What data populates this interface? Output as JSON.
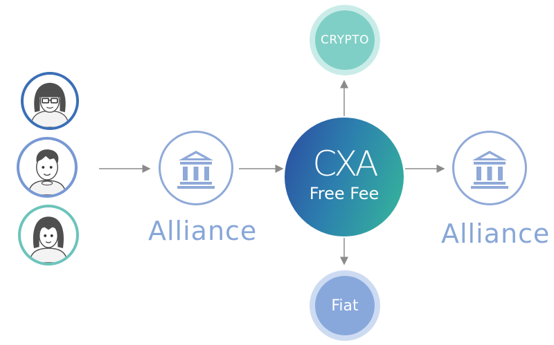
{
  "users": [
    {
      "name": "user-1",
      "ring_color": "#3b6fb6"
    },
    {
      "name": "user-2",
      "ring_color": "#7898d4"
    },
    {
      "name": "user-3",
      "ring_color": "#6cc4bb"
    }
  ],
  "alliance_left": {
    "label": "Alliance"
  },
  "alliance_right": {
    "label": "Alliance"
  },
  "hub": {
    "logo": "CXA",
    "subtitle": "Free Fee"
  },
  "crypto": {
    "label": "CRYPTO"
  },
  "fiat": {
    "label": "Fiat"
  },
  "colors": {
    "bank": "#8fa9d8",
    "arrow": "#8a8a8a",
    "crypto_fill": "#7fcfc6",
    "crypto_ring": "#c9ece8",
    "fiat_fill": "#88a8dc",
    "fiat_ring": "#cddbf2"
  }
}
